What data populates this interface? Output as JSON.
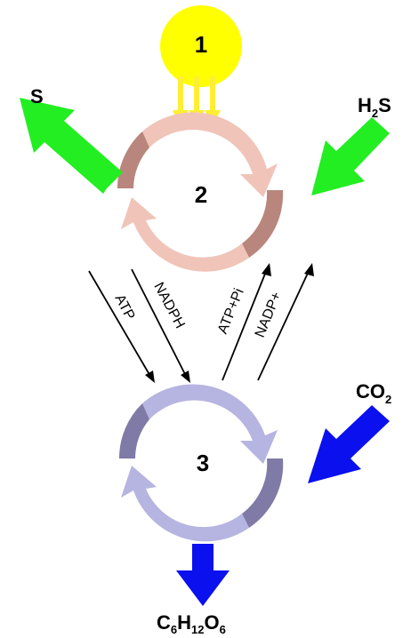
{
  "colors": {
    "sun": "#ffff00",
    "sun_rays": "#ffee33",
    "cycle_light_upper": "#f0c4b8",
    "cycle_dark_upper": "#b8867c",
    "cycle_light_lower": "#b6b4e0",
    "cycle_dark_lower": "#7f7aa6",
    "sulfur_arrows": "#22ee22",
    "carbon_arrows": "#0a10ee",
    "line_arrows": "#000000"
  },
  "icons": {
    "sun": "sun-circle",
    "upper_cycle": "cycle-arrows",
    "lower_cycle": "cycle-arrows"
  },
  "sun": {
    "label": "1"
  },
  "upper_cycle": {
    "label": "2"
  },
  "lower_cycle": {
    "label": "3"
  },
  "inputs_outputs": {
    "sulfur_out": "S",
    "h2s_in_main": "H",
    "h2s_in_sub": "2",
    "h2s_in_tail": "S",
    "co2_in_main": "CO",
    "co2_in_sub": "2",
    "glucose": {
      "c": "C",
      "c_sub": "6",
      "h": "H",
      "h_sub": "12",
      "o": "O",
      "o_sub": "6"
    }
  },
  "transfer_labels": {
    "atp": "ATP",
    "nadph": "NADPH",
    "adp_pi": "ATP+Pi",
    "nadp_plus": "NADP+"
  }
}
